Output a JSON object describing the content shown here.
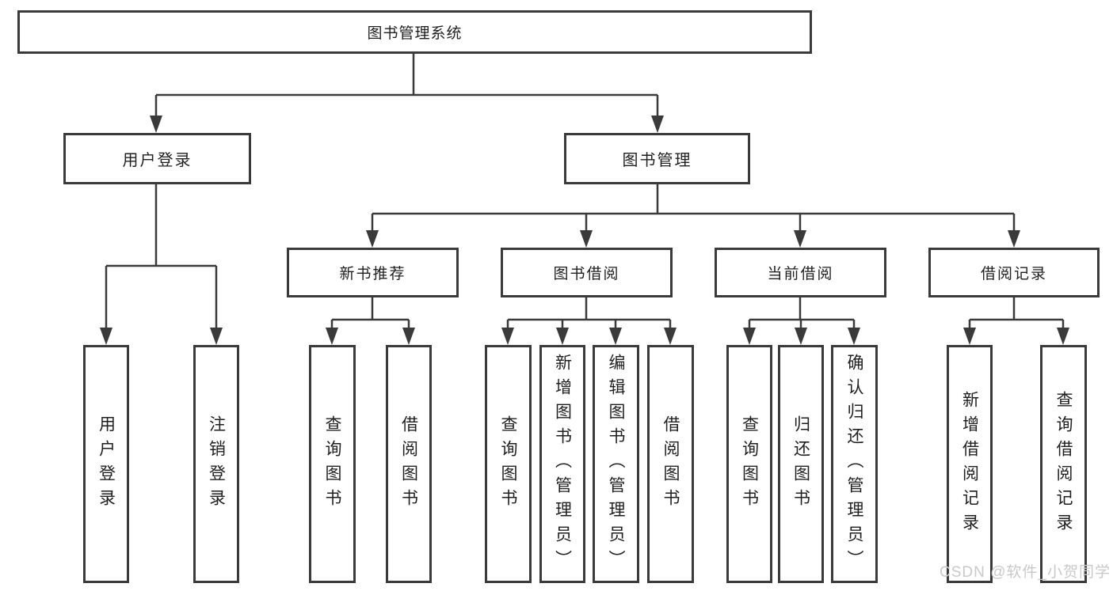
{
  "title": "图书管理系统",
  "tree": {
    "root": {
      "label": "图书管理系统"
    },
    "level2": {
      "user_login": {
        "label": "用户登录"
      },
      "book_management": {
        "label": "图书管理"
      }
    },
    "level3": {
      "new_book_recommend": {
        "label": "新书推荐"
      },
      "book_borrowing": {
        "label": "图书借阅"
      },
      "current_borrowing": {
        "label": "当前借阅"
      },
      "borrowing_records": {
        "label": "借阅记录"
      }
    },
    "leaves": {
      "user_login": {
        "label": "用户登录"
      },
      "logout": {
        "label": "注销登录"
      },
      "nb_query_books": {
        "label": "查询图书"
      },
      "nb_borrow_books": {
        "label": "借阅图书"
      },
      "bb_query_books": {
        "label": "查询图书"
      },
      "bb_add_books": {
        "label": "新增图书（管理员）"
      },
      "bb_edit_books": {
        "label": "编辑图书（管理员）"
      },
      "bb_borrow_books": {
        "label": "借阅图书"
      },
      "cb_query_books": {
        "label": "查询图书"
      },
      "cb_return_books": {
        "label": "归还图书"
      },
      "cb_confirm_return": {
        "label": "确认归还（管理员）"
      },
      "br_add_record": {
        "label": "新增借阅记录"
      },
      "br_query_record": {
        "label": "查询借阅记录"
      }
    }
  },
  "watermark": {
    "text": "CSDN @软件_小贺同学",
    "color": "#c9c9c9"
  },
  "colors": {
    "line": "#3a3a3a",
    "box_border": "#3a3a3a",
    "text": "#1f1f1f",
    "background": "#ffffff"
  }
}
